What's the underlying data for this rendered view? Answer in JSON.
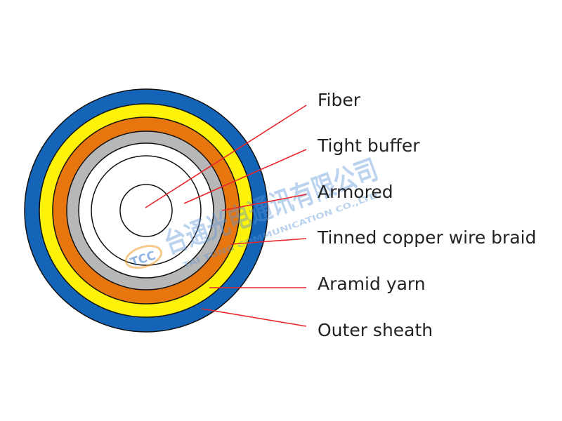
{
  "diagram": {
    "labels": [
      "Fiber",
      "Tight buffer",
      "Armored",
      "Tinned copper wire braid",
      "Aramid yarn",
      "Outer sheath"
    ]
  },
  "watermark": {
    "logo": "TCC",
    "cn_name": "台通光电通讯有限公司",
    "en_name": "TAI TUNG COMMUNICATION CO.,LTD."
  },
  "colors": {
    "outer_sheath": "#1465b8",
    "aramid_yarn": "#fcf20a",
    "braid": "#e8760e",
    "armored": "#b7b7b7",
    "core": "#ffffff",
    "leader_line": "#e8262b",
    "ring_outline": "#111111"
  }
}
